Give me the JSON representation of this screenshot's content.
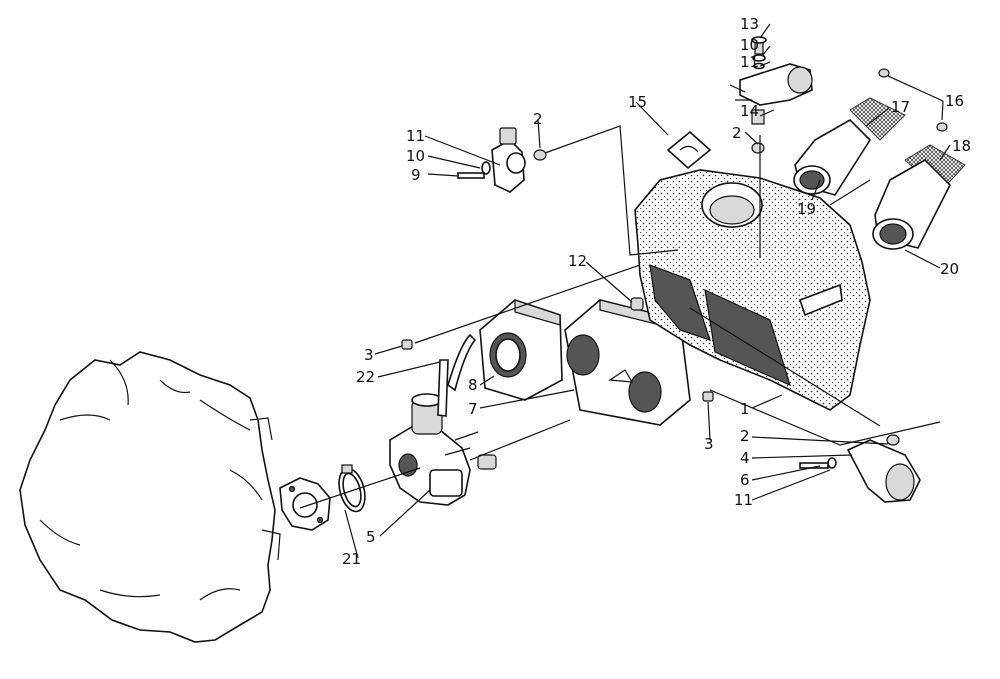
{
  "diagram": {
    "callouts": [
      {
        "id": "c13a",
        "text": "13"
      },
      {
        "id": "c10a",
        "text": "10"
      },
      {
        "id": "c11a",
        "text": "11"
      },
      {
        "id": "c16",
        "text": "16"
      },
      {
        "id": "c14",
        "text": "14"
      },
      {
        "id": "c17",
        "text": "17"
      },
      {
        "id": "c2a",
        "text": "2"
      },
      {
        "id": "c15",
        "text": "15"
      },
      {
        "id": "c18",
        "text": "18"
      },
      {
        "id": "c11b",
        "text": "11"
      },
      {
        "id": "c2b",
        "text": "2"
      },
      {
        "id": "c10b",
        "text": "10"
      },
      {
        "id": "c9",
        "text": "9"
      },
      {
        "id": "c19",
        "text": "19"
      },
      {
        "id": "c20",
        "text": "20"
      },
      {
        "id": "c12",
        "text": "12"
      },
      {
        "id": "c3a",
        "text": "3"
      },
      {
        "id": "c22",
        "text": "22"
      },
      {
        "id": "c8",
        "text": "8"
      },
      {
        "id": "c7",
        "text": "7"
      },
      {
        "id": "c1",
        "text": "1"
      },
      {
        "id": "c3b",
        "text": "3"
      },
      {
        "id": "c2c",
        "text": "2"
      },
      {
        "id": "c4",
        "text": "4"
      },
      {
        "id": "c6",
        "text": "6"
      },
      {
        "id": "c11c",
        "text": "11"
      },
      {
        "id": "c5",
        "text": "5"
      },
      {
        "id": "c21",
        "text": "21"
      }
    ]
  }
}
